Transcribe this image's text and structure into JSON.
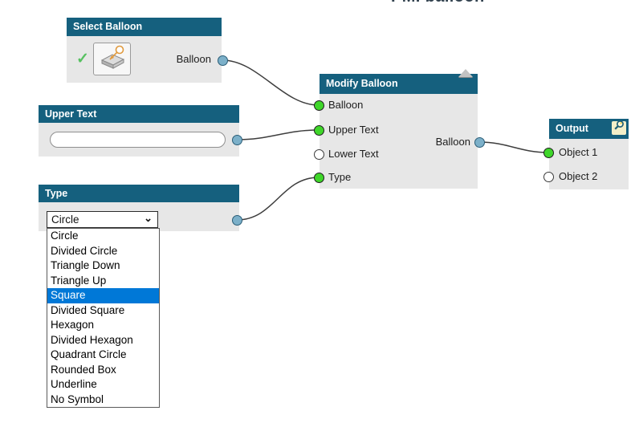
{
  "heading": {
    "text": "PMI balloon"
  },
  "colors": {
    "node_header": "#15607e",
    "node_body": "#e7e7e7",
    "port_connected_green": "#3fd62a",
    "port_output_blue": "#7cb0c9",
    "port_empty_white": "#ffffff",
    "dropdown_selection": "#0078d7",
    "wire": "#3d3d3d"
  },
  "nodes": {
    "select_balloon": {
      "title": "Select Balloon",
      "output": {
        "label": "Balloon"
      }
    },
    "upper_text": {
      "title": "Upper Text",
      "input_value": "",
      "input_placeholder": ""
    },
    "type": {
      "title": "Type",
      "selected_option": "Circle"
    },
    "modify_balloon": {
      "title": "Modify Balloon",
      "inputs": [
        {
          "label": "Balloon"
        },
        {
          "label": "Upper Text"
        },
        {
          "label": "Lower Text"
        },
        {
          "label": "Type"
        }
      ],
      "output": {
        "label": "Balloon"
      }
    },
    "output": {
      "title": "Output",
      "inputs": [
        {
          "label": "Object 1"
        },
        {
          "label": "Object 2"
        }
      ]
    }
  },
  "type_dropdown": {
    "options": [
      "Circle",
      "Divided Circle",
      "Triangle Down",
      "Triangle Up",
      "Square",
      "Divided Square",
      "Hexagon",
      "Divided Hexagon",
      "Quadrant Circle",
      "Rounded Box",
      "Underline",
      "No Symbol"
    ],
    "highlighted": "Square"
  }
}
